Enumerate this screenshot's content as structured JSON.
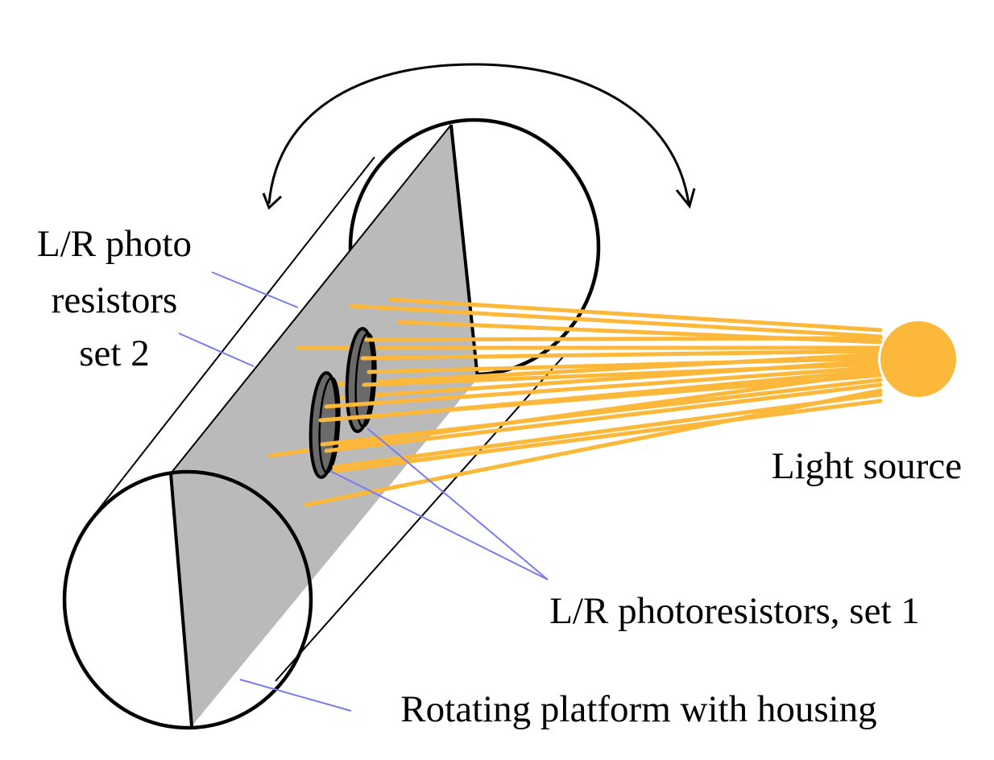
{
  "labels": {
    "photo_set2_line1": "L/R photo",
    "photo_set2_line2": "resistors",
    "photo_set2_line3": "set 2",
    "light_source": "Light source",
    "photo_set1": "L/R photoresistors, set 1",
    "platform": "Rotating platform with housing"
  },
  "colors": {
    "outline": "#000000",
    "platform_fill": "#bababa",
    "sensor_fill": "#6a6a6a",
    "light": "#fbb83a",
    "leader": "#7b7bf0"
  },
  "elements": {
    "rotation_arrow": "double-curved-arrow-icon",
    "light_source": "sun-icon"
  }
}
